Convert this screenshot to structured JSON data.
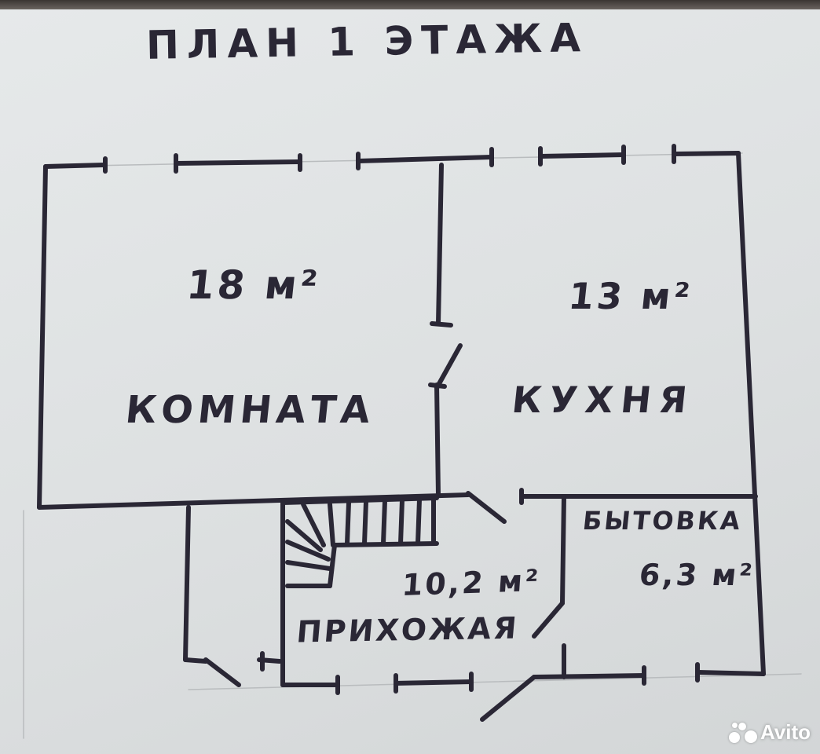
{
  "plan": {
    "title": "ПЛАН 1 ЭТАЖА",
    "rooms": [
      {
        "name": "КОМНАТА",
        "area": "18 м²"
      },
      {
        "name": "КУХНЯ",
        "area": "13 м²"
      },
      {
        "name": "БЫТОВКА",
        "area": "6,3 м²"
      },
      {
        "name": "ПРИХОЖАЯ",
        "area": "10,2 м²"
      }
    ],
    "ink_color": "#2a2735",
    "paper_color": "#e3e6e7"
  },
  "watermark": {
    "brand": "Avito"
  }
}
